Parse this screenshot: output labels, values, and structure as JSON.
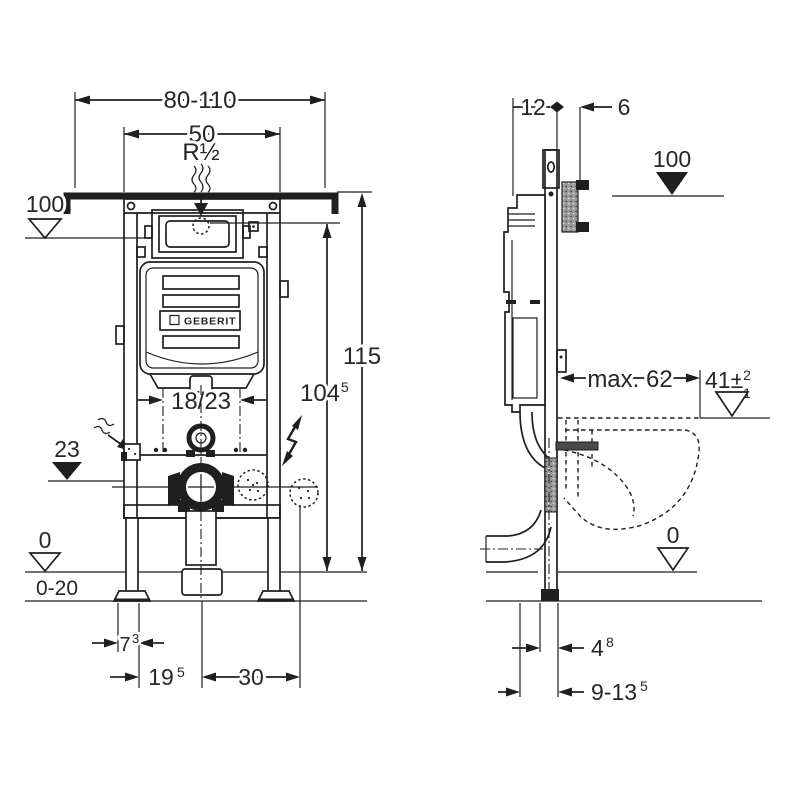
{
  "drawing_type": "installation-frame-dimensional-diagram",
  "colors": {
    "line": "#1f1f1f",
    "text": "#262626",
    "background": "#ffffff",
    "hatch_fill": "#9a9a9a",
    "dark_fill": "#4a4a4a"
  },
  "labels": {
    "front": {
      "dim_80_110": "80-110",
      "dim_50": "50",
      "thread": "R½",
      "level_100": "100",
      "dim_115": "115",
      "dim_104_main": "104",
      "dim_104_sup": "5",
      "dim_18_23": "18/23",
      "level_23": "23",
      "level_0": "0",
      "range_0_20": "0-20",
      "dim_7_main": "7",
      "dim_7_sup": "3",
      "dim_19_main": "19",
      "dim_19_sup": "5",
      "dim_30": "30",
      "brand": "GEBERIT"
    },
    "side": {
      "dim_12": "12",
      "dim_6": "6",
      "level_100": "100",
      "dim_max_62": "max. 62",
      "dim_41_main": "41±",
      "dim_41_sup": "2",
      "dim_41_sub": "1",
      "level_0": "0",
      "dim_4_main": "4",
      "dim_4_sup": "8",
      "dim_9_13_main": "9-13",
      "dim_9_13_sup": "5"
    }
  }
}
